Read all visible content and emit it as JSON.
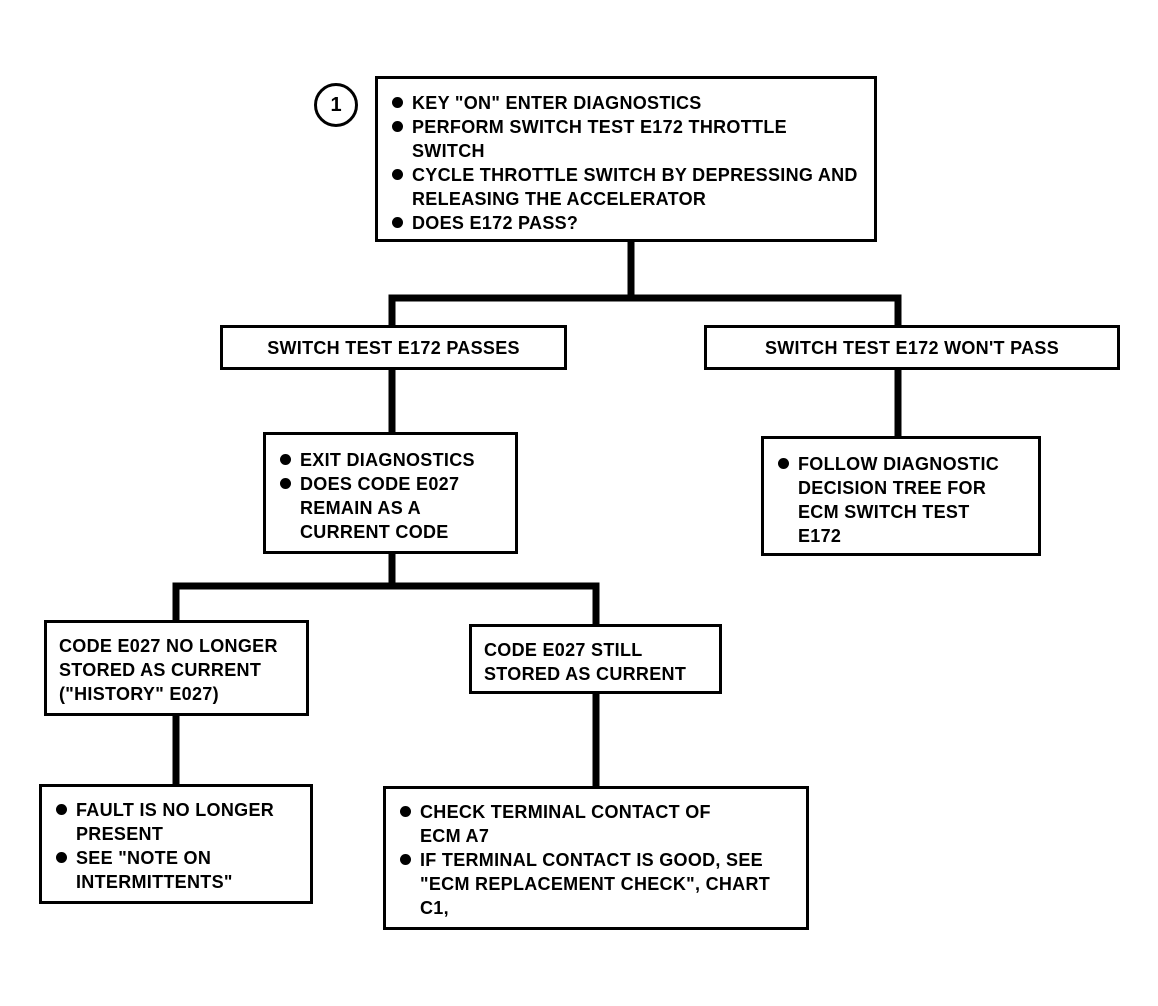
{
  "step_number": "1",
  "start": {
    "items": [
      "KEY \"ON\" ENTER DIAGNOSTICS",
      "PERFORM SWITCH TEST E172 THROTTLE SWITCH",
      "CYCLE THROTTLE SWITCH BY DEPRESSING AND RELEASING THE ACCELERATOR",
      "DOES E172 PASS?"
    ]
  },
  "pass_branch": {
    "label": "SWITCH TEST E172 PASSES",
    "actions": [
      "EXIT DIAGNOSTICS",
      "DOES CODE E027 REMAIN AS A CURRENT CODE"
    ]
  },
  "fail_branch": {
    "label": "SWITCH TEST E172 WON'T PASS",
    "actions": [
      "FOLLOW DIAGNOSTIC DECISION TREE FOR ECM SWITCH TEST E172"
    ]
  },
  "history_branch": {
    "label": "CODE E027 NO LONGER STORED AS CURRENT (\"HISTORY\" E027)",
    "actions": [
      "FAULT IS NO LONGER PRESENT",
      "SEE \"NOTE ON INTERMITTENTS\""
    ]
  },
  "current_branch": {
    "label": "CODE E027 STILL STORED AS CURRENT",
    "actions": [
      "CHECK TERMINAL CONTACT OF ECM A7",
      "IF TERMINAL CONTACT IS GOOD, SEE \"ECM REPLACEMENT CHECK\", CHART C1,"
    ]
  }
}
